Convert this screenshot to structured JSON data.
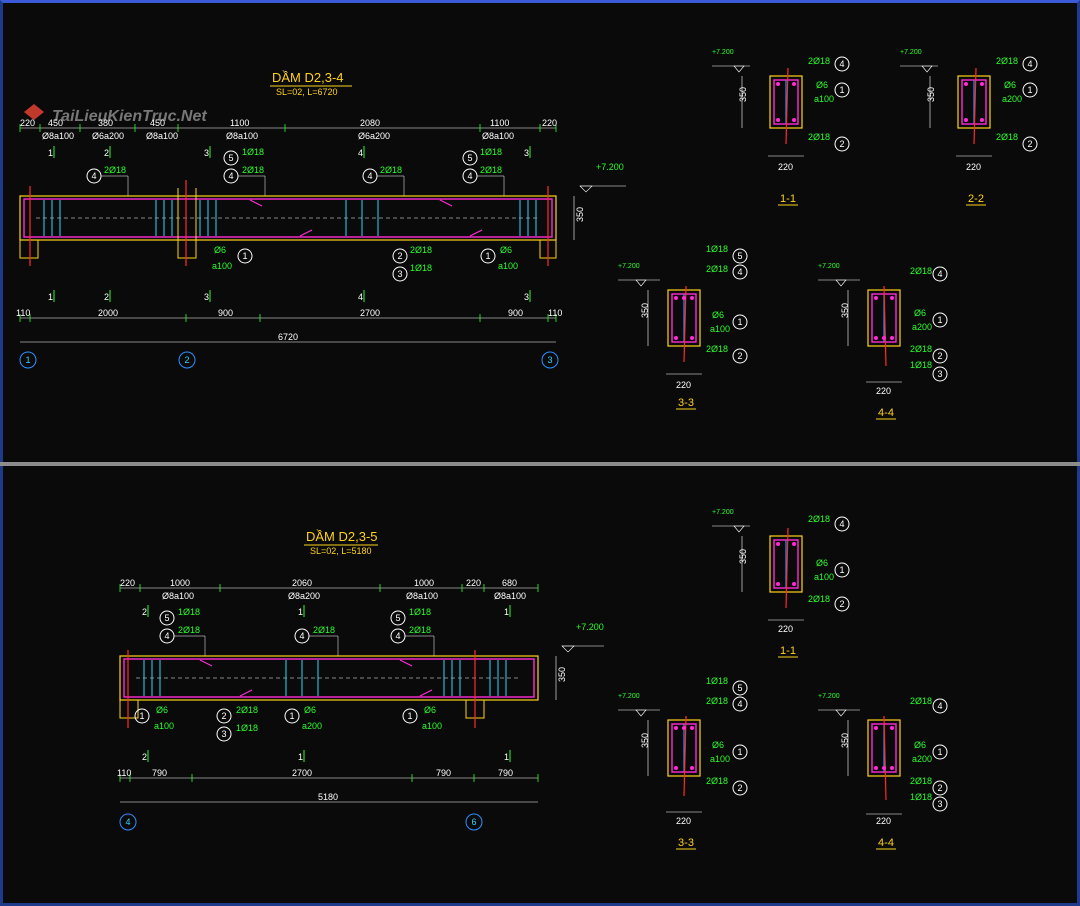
{
  "watermark": {
    "text": "TaiLieuKienTruc.Net"
  },
  "levels": {
    "elev": "+7.200",
    "height": "350",
    "width": "220"
  },
  "beam1": {
    "title": "DẦM D2,3-4",
    "subtitle": "SL=02, L=6720",
    "top_dims": [
      "220",
      "450",
      "380",
      "450",
      "1100",
      "2080",
      "1100",
      "220"
    ],
    "top_stirrups": [
      "Ø8a100",
      "Ø6a200",
      "Ø8a100",
      "Ø8a100",
      "Ø6a200",
      "Ø8a100"
    ],
    "seg_marks": [
      "1",
      "2",
      "3",
      "4",
      "3",
      "1",
      "2",
      "3",
      "4",
      "3"
    ],
    "bottom_dims": [
      "110",
      "2000",
      "900",
      "2700",
      "900",
      "110"
    ],
    "total": "6720",
    "axes": [
      "1",
      "2",
      "3"
    ],
    "bars": {
      "b5": "1Ø18",
      "b4": "2Ø18",
      "stirrup_d": "Ø6",
      "stirrup_a100": "a100",
      "bottom_a": "2Ø18",
      "bottom_b": "1Ø18"
    },
    "bubble_nums": [
      "5",
      "4",
      "4",
      "4",
      "5",
      "4",
      "1",
      "2",
      "3",
      "1"
    ]
  },
  "beam2": {
    "title": "DẦM D2,3-5",
    "subtitle": "SL=02, L=5180",
    "top_dims": [
      "220",
      "1000",
      "2060",
      "1000",
      "220",
      "680"
    ],
    "top_stirrups": [
      "Ø8a100",
      "Ø8a200",
      "Ø8a100",
      "Ø8a100"
    ],
    "seg_marks": [
      "2",
      "1",
      "1",
      "2",
      "1",
      "1"
    ],
    "bottom_dims": [
      "110",
      "790",
      "2700",
      "790",
      "790"
    ],
    "total": "5180",
    "axes": [
      "4",
      "6"
    ],
    "bars": {
      "b5": "1Ø18",
      "b4": "2Ø18",
      "stirrup_d": "Ø6",
      "stirrup_a100": "a100",
      "stirrup_a200": "a200",
      "bottom_a": "2Ø18",
      "bottom_b": "1Ø18"
    },
    "bubble_nums": [
      "5",
      "4",
      "5",
      "4",
      "4",
      "1",
      "2",
      "3",
      "1",
      "1"
    ]
  },
  "sections": {
    "s11_top": {
      "label": "1-1",
      "top": "2Ø18",
      "mid1": "Ø6",
      "mid2": "a100",
      "bot": "2Ø18",
      "nums": [
        "4",
        "1",
        "2"
      ]
    },
    "s22": {
      "label": "2-2",
      "top": "2Ø18",
      "mid1": "Ø6",
      "mid2": "a200",
      "bot": "2Ø18",
      "nums": [
        "4",
        "1",
        "2"
      ]
    },
    "s33_top": {
      "label": "3-3",
      "top1": "1Ø18",
      "top2": "2Ø18",
      "mid1": "Ø6",
      "mid2": "a100",
      "bot": "2Ø18",
      "nums": [
        "5",
        "4",
        "1",
        "2"
      ]
    },
    "s44_top": {
      "label": "4-4",
      "top": "2Ø18",
      "mid1": "Ø6",
      "mid2": "a200",
      "bot1": "2Ø18",
      "bot2": "1Ø18",
      "nums": [
        "4",
        "1",
        "2",
        "3"
      ]
    },
    "s11_bot": {
      "label": "1-1",
      "top": "2Ø18",
      "mid1": "Ø6",
      "mid2": "a100",
      "bot": "2Ø18",
      "nums": [
        "4",
        "1",
        "2"
      ]
    },
    "s33_bot": {
      "label": "3-3",
      "top1": "1Ø18",
      "top2": "2Ø18",
      "mid1": "Ø6",
      "mid2": "a100",
      "bot": "2Ø18",
      "nums": [
        "5",
        "4",
        "1",
        "2"
      ]
    },
    "s44_bot": {
      "label": "4-4",
      "top": "2Ø18",
      "mid1": "Ø6",
      "mid2": "a200",
      "bot1": "2Ø18",
      "bot2": "1Ø18",
      "nums": [
        "4",
        "1",
        "2",
        "3"
      ]
    }
  }
}
